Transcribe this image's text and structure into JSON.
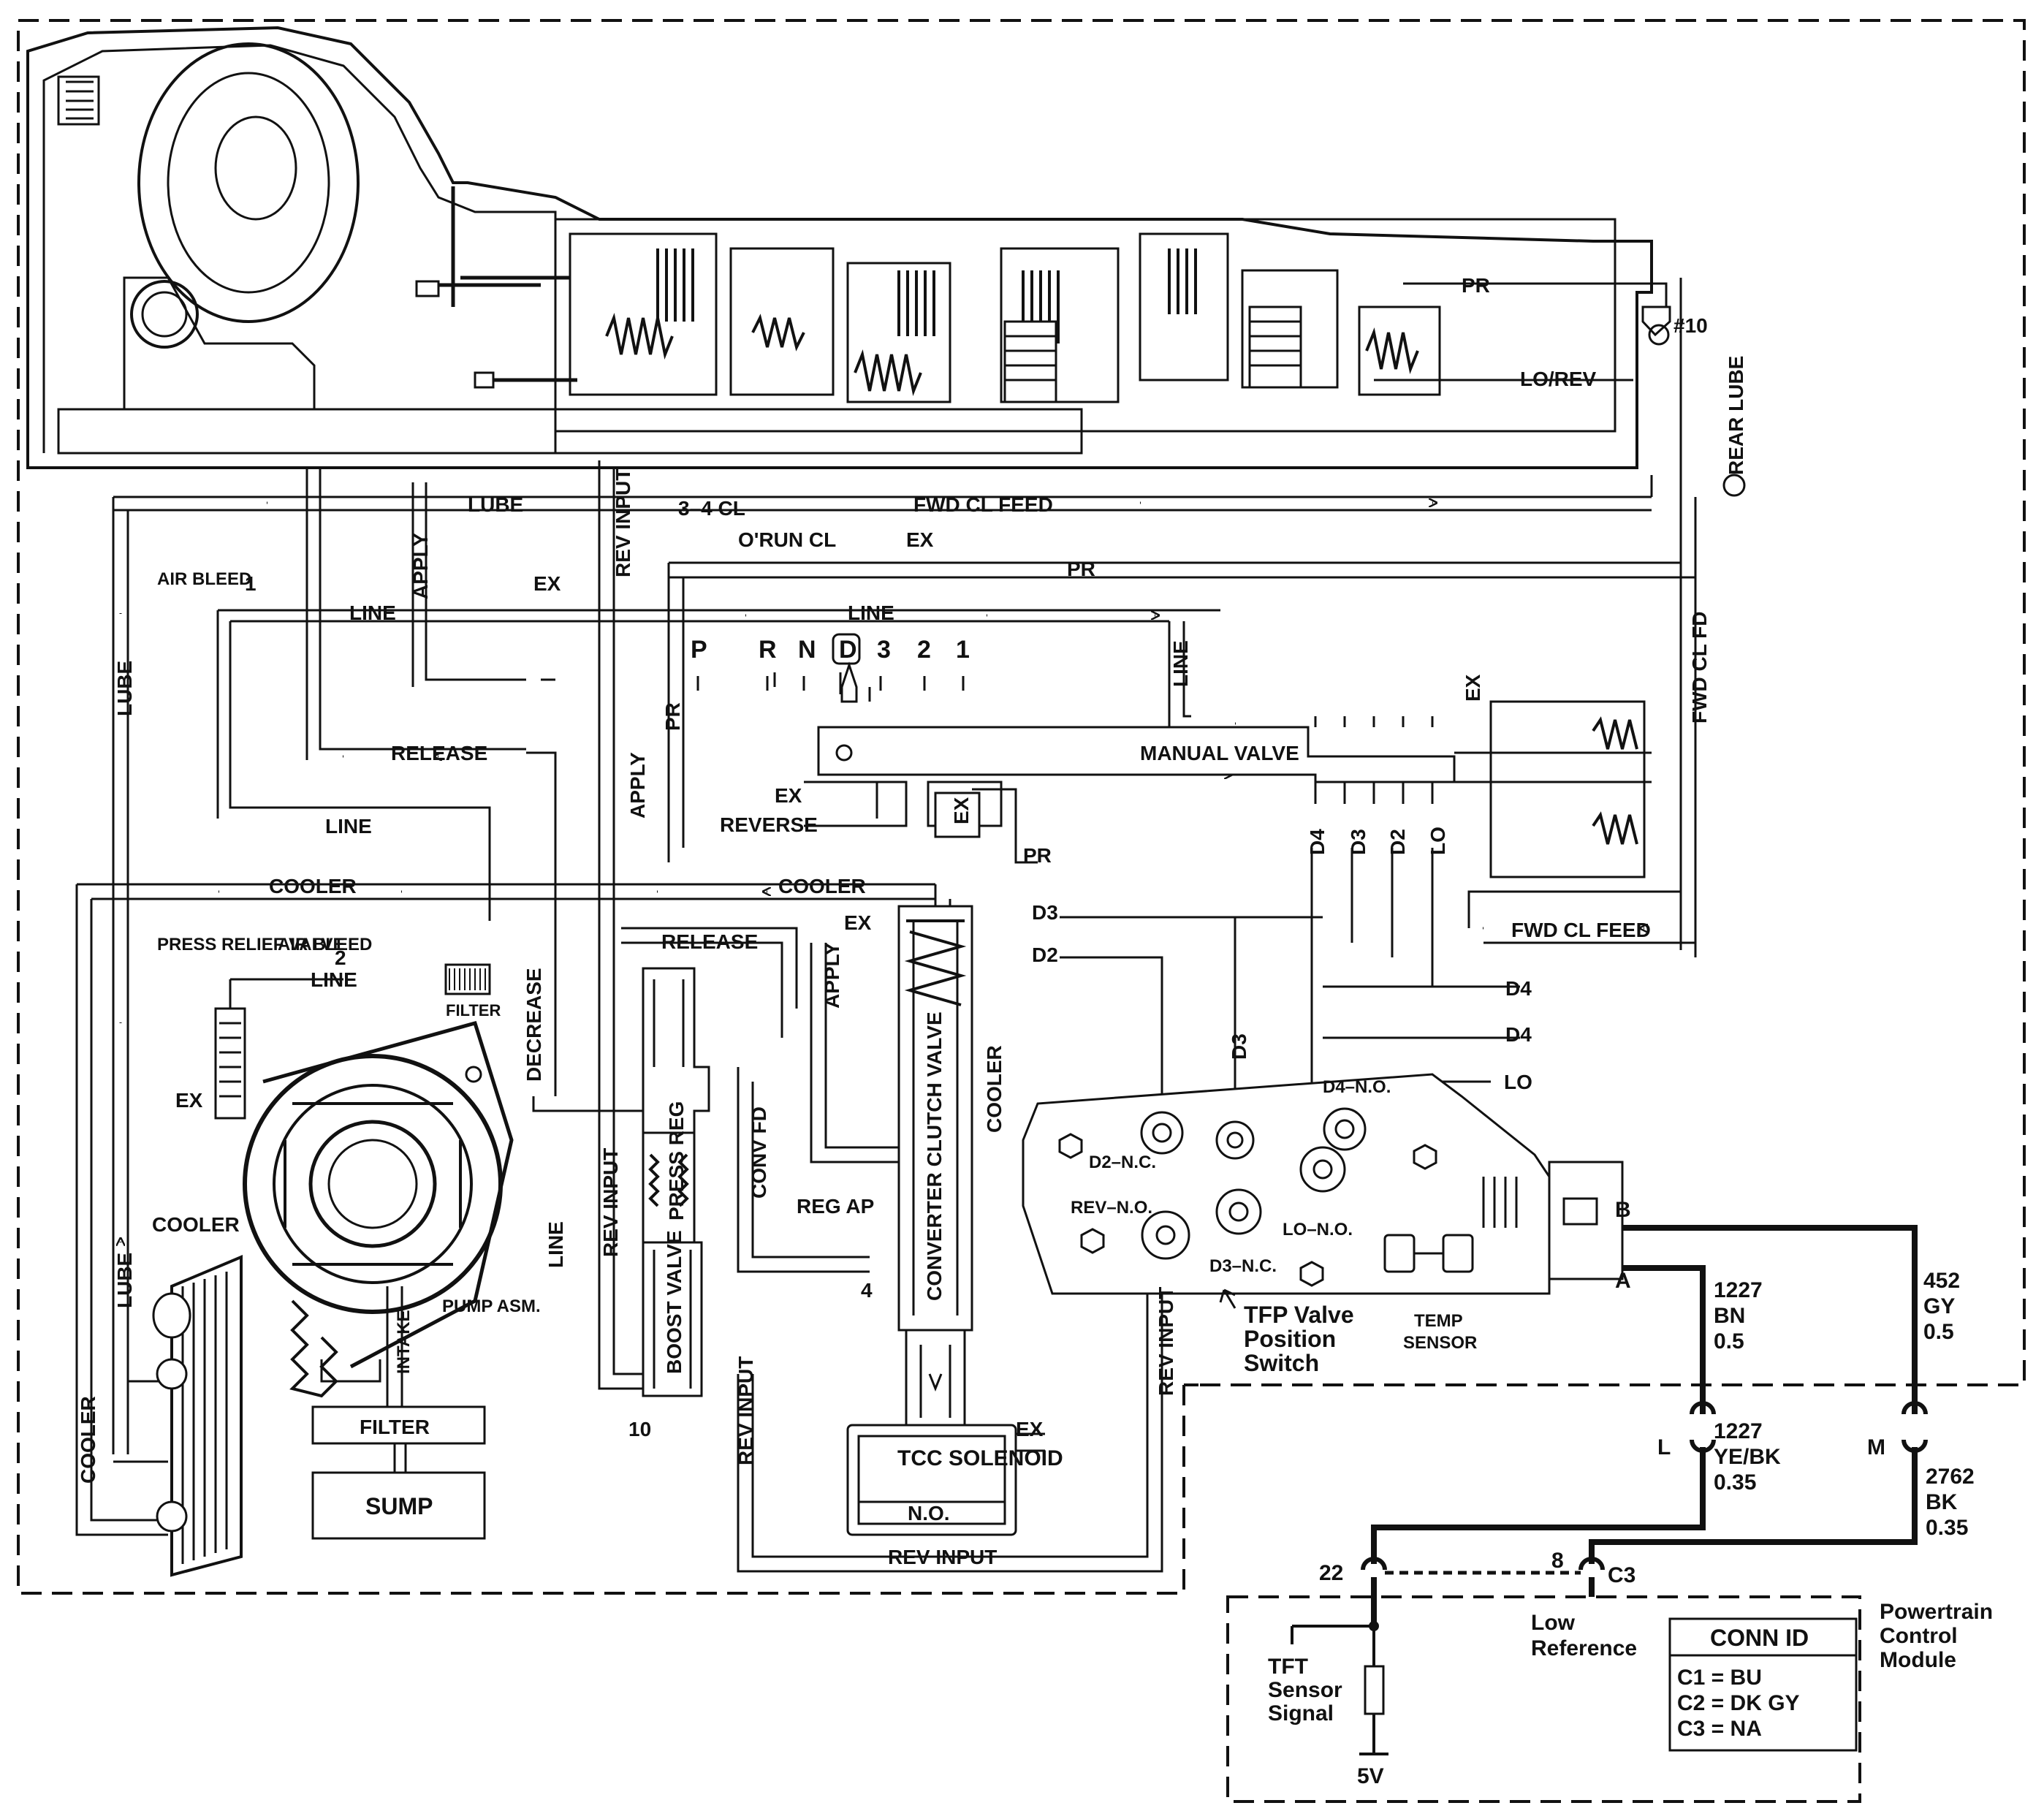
{
  "hydraulic": {
    "pr": "PR",
    "num10": "#10",
    "lo_rev": "LO/REV",
    "rear_lube": "REAR LUBE",
    "lube": "LUBE",
    "cl34": "3–4 CL",
    "fwd_cl_feed": "FWD CL FEED",
    "orun_cl": "O'RUN CL",
    "ex": "EX",
    "apply": "APPLY",
    "rev_input": "REV INPUT",
    "air_bleed": "AIR BLEED",
    "line": "LINE",
    "release": "RELEASE",
    "fwd_cl_fd": "FWD CL FD",
    "reverse": "REVERSE",
    "manual_valve": "MANUAL VALVE",
    "cooler": "COOLER",
    "press_relief_valve": "PRESS RELIEF VALVE",
    "filter": "FILTER",
    "decrease": "DECREASE",
    "conv_fd": "CONV FD",
    "press_reg": "PRESS REG",
    "reg_ap": "REG AP",
    "converter_clutch_valve": "CONVERTER CLUTCH VALVE",
    "boost_valve": "BOOST VALVE",
    "pump_asm": "PUMP ASM.",
    "intake": "INTAKE",
    "sump": "SUMP",
    "tcc_solenoid": "TCC SOLENOID",
    "no": "N.O.",
    "d2": "D2",
    "d3": "D3",
    "d4": "D4",
    "lo": "LO",
    "callout1": "1",
    "callout2": "2",
    "callout4": "4",
    "callout10": "10"
  },
  "gear_selector": [
    "P",
    "R",
    "N",
    "D",
    "3",
    "2",
    "1"
  ],
  "switch": {
    "d2_nc": "D2–N.C.",
    "rev_no": "REV–N.O.",
    "d3_nc": "D3–N.C.",
    "lo_no": "LO–N.O.",
    "d4_no": "D4–N.O.",
    "tfp_caption": [
      "TFP Valve",
      "Position",
      "Switch"
    ],
    "temp_sensor": [
      "TEMP",
      "SENSOR"
    ],
    "pin_a": "A",
    "pin_b": "B"
  },
  "wiring": {
    "wire_1227_bn": [
      "1227",
      "BN",
      "0.5"
    ],
    "wire_452_gy": [
      "452",
      "GY",
      "0.5"
    ],
    "conn_l": "L",
    "conn_m": "M",
    "wire_1227_yebk": [
      "1227",
      "YE/BK",
      "0.35"
    ],
    "wire_2762_bk": [
      "2762",
      "BK",
      "0.35"
    ],
    "pin_22": "22",
    "pin_8": "8",
    "c3": "C3",
    "low_reference": [
      "Low",
      "Reference"
    ],
    "pcm": [
      "Powertrain",
      "Control",
      "Module"
    ],
    "tft_signal": [
      "TFT",
      "Sensor",
      "Signal"
    ],
    "v5": "5V"
  },
  "conn_id": {
    "header": "CONN ID",
    "rows": [
      "C1 = BU",
      "C2 = DK GY",
      "C3 = NA"
    ]
  }
}
